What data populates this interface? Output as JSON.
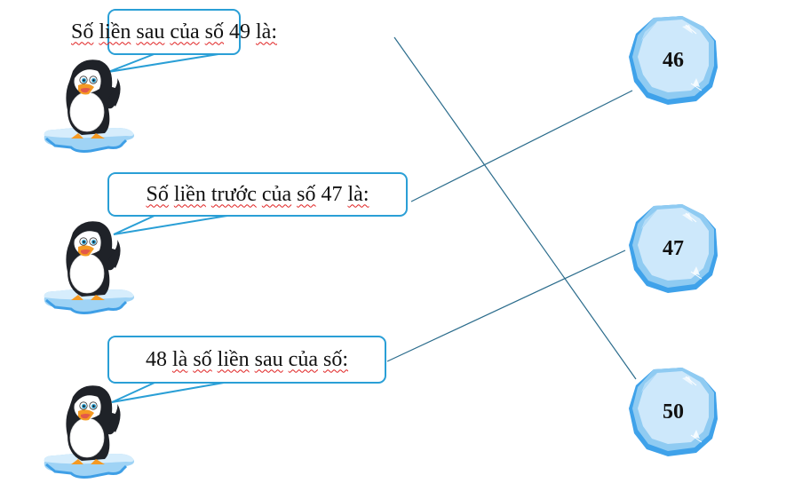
{
  "prompts": [
    {
      "id": "q1",
      "words": [
        "Số",
        "liền",
        "sau",
        "của",
        "số",
        "49",
        "là:"
      ],
      "text": "Số liền sau của số 49 là:",
      "underlined": [
        true,
        true,
        true,
        true,
        true,
        false,
        true
      ]
    },
    {
      "id": "q2",
      "words": [
        "Số",
        "liền",
        "trước",
        "của",
        "số",
        "47",
        "là:"
      ],
      "text": "Số liền trước của số 47 là:",
      "underlined": [
        true,
        true,
        true,
        true,
        true,
        false,
        true
      ]
    },
    {
      "id": "q3",
      "words": [
        "48",
        "là",
        "số",
        "liền",
        "sau",
        "của",
        "số:"
      ],
      "text": "48 là số liền sau của số:",
      "underlined": [
        false,
        true,
        true,
        true,
        true,
        true,
        true
      ]
    }
  ],
  "answers": [
    {
      "id": "a1",
      "label": "46"
    },
    {
      "id": "a2",
      "label": "47"
    },
    {
      "id": "a3",
      "label": "50"
    }
  ],
  "connections": [
    {
      "from": "q1",
      "to": "a3",
      "label": "Số liền sau của số 49 là: 50"
    },
    {
      "from": "q2",
      "to": "a1",
      "label": "Số liền trước của số 47 là: 46"
    },
    {
      "from": "q3",
      "to": "a2",
      "label": "48 là số liền sau của số: 47"
    }
  ],
  "colors": {
    "bubble_border": "#2a9fd6",
    "connector_line": "#2b6c8c",
    "ice_light": "#cde8fb",
    "ice_mid": "#8fcbf2",
    "ice_dark": "#3fa2ea",
    "spellcheck_underline": "#e02020"
  }
}
